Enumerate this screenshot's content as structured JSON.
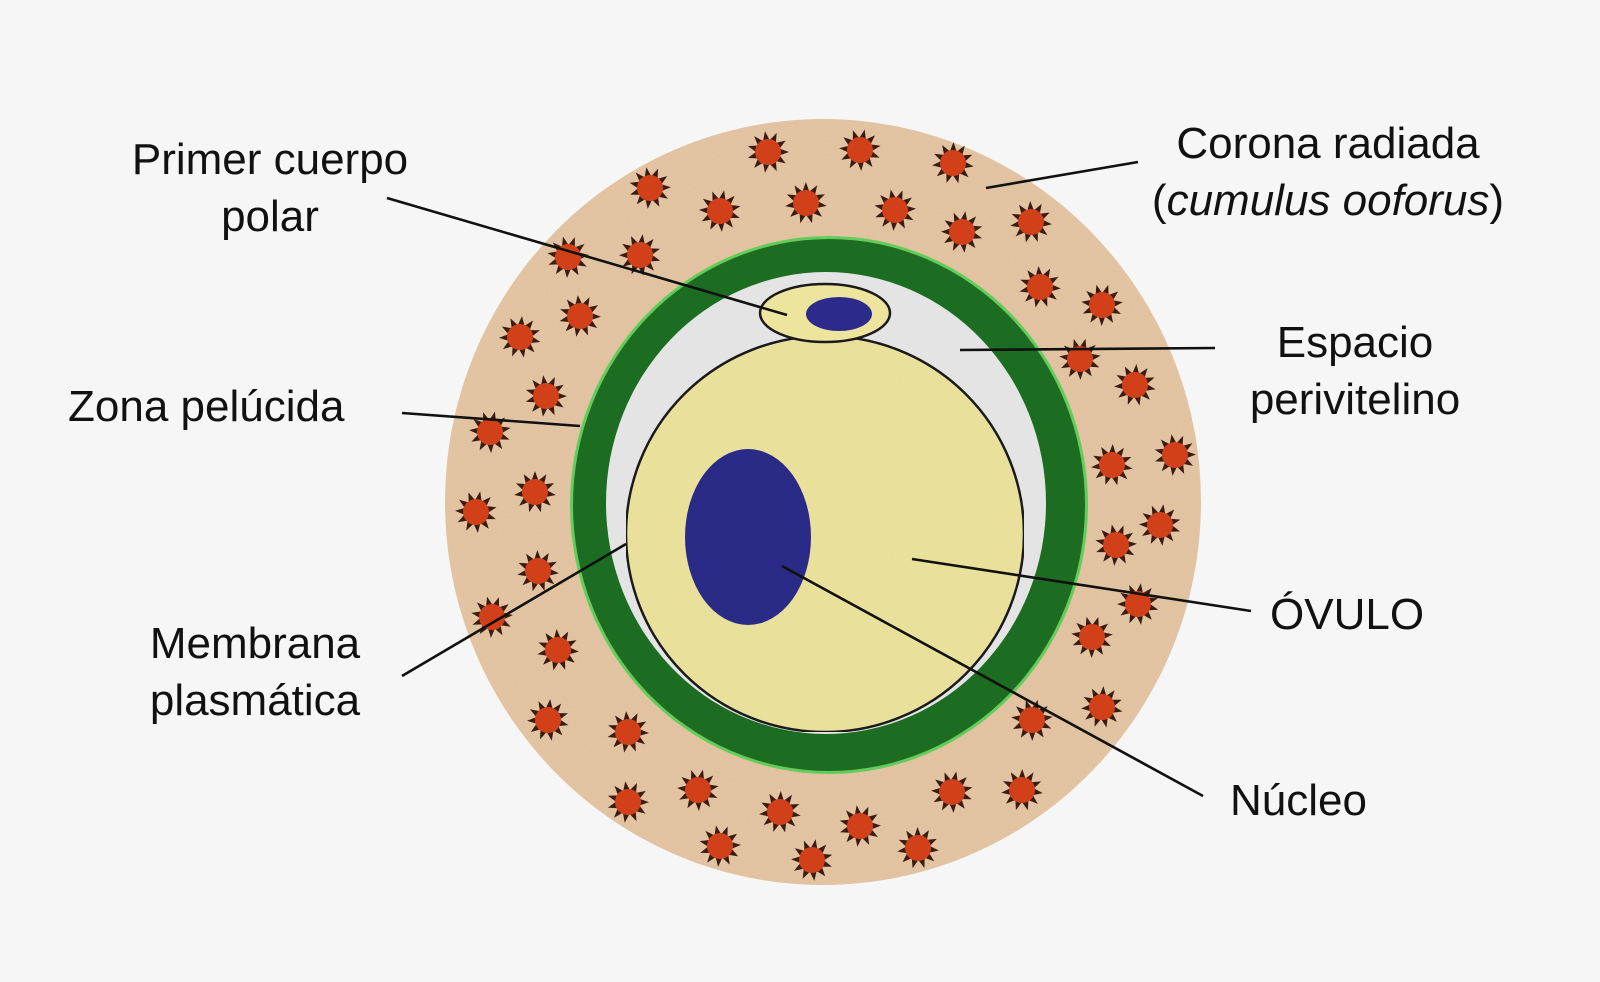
{
  "labels": {
    "primer_cuerpo_polar": [
      "Primer cuerpo",
      "polar"
    ],
    "zona_pelucida": "Zona pelúcida",
    "membrana_plasmatica": [
      "Membrana",
      "plasmática"
    ],
    "corona_radiada": "Corona radiada",
    "cumulus_open": "(",
    "cumulus_italic": "cumulus ooforus",
    "cumulus_close": ")",
    "espacio_perivitelino": [
      "Espacio",
      "perivitelino"
    ],
    "ovulo": "ÓVULO",
    "nucleo": "Núcleo"
  },
  "colors": {
    "background": "#f6f6f6",
    "corona": "#e6c7a5",
    "zona_pelucida": "#1f6f24",
    "zona_rim": "#63cc5a",
    "perivitelline_space": "#e4e4e4",
    "ooplasm": "#ede59e",
    "nucleus": "#2c2a8a",
    "follicle_cells": "#d2401a",
    "leader_lines": "#111111"
  }
}
